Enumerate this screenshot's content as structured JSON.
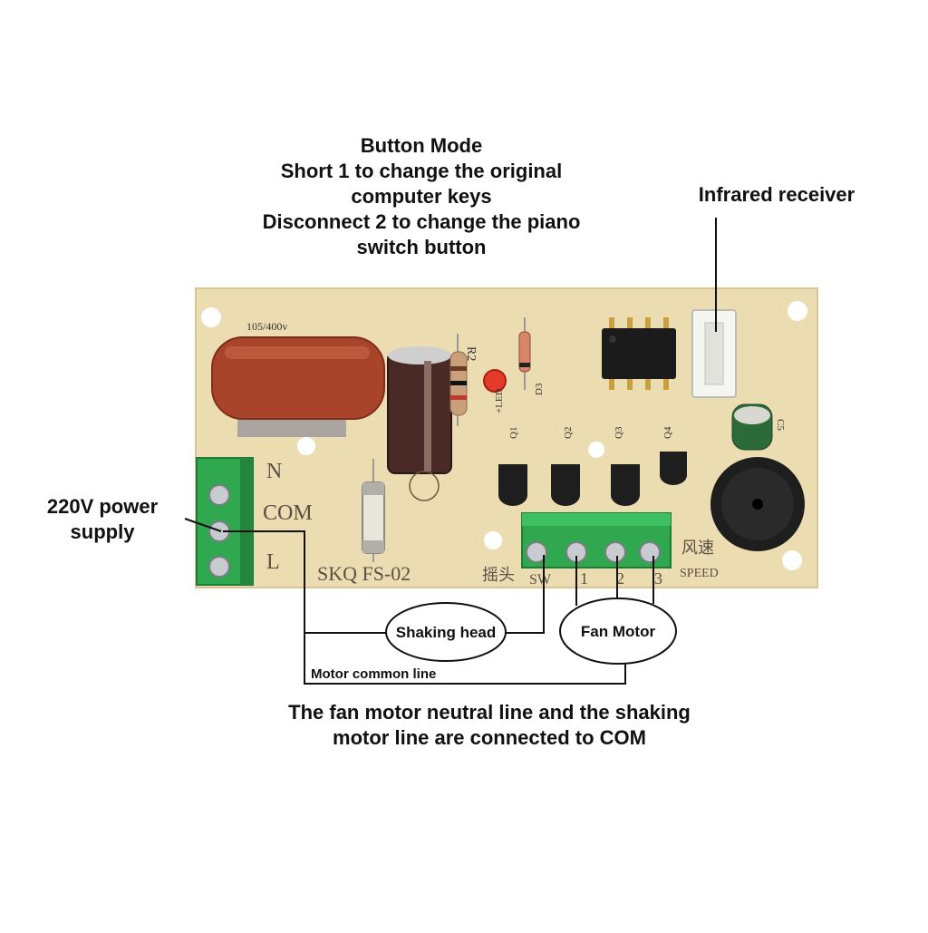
{
  "annotations": {
    "button_mode": {
      "lines": [
        "Button Mode",
        "Short 1 to change the original",
        "computer keys",
        "Disconnect 2 to change the piano",
        "switch button"
      ]
    },
    "infrared_receiver": "Infrared receiver",
    "power_supply": [
      "220V power",
      "supply"
    ],
    "shaking_head": "Shaking head",
    "fan_motor": "Fan Motor",
    "motor_common_line": "Motor common line",
    "bottom_note": [
      "The fan motor neutral line and the shaking",
      "motor line are connected to COM"
    ]
  },
  "board": {
    "model": "SKQ FS-02",
    "left_terminals": [
      "N",
      "COM",
      "L"
    ],
    "capacitor_rating": "105/400v",
    "r2": "R2",
    "led": "+LED",
    "d3": "D3",
    "transistors": [
      "Q1",
      "Q2",
      "Q3",
      "Q4"
    ],
    "c5": "C5",
    "shake_cn": "摇头",
    "shake_sw": "SW",
    "speed_nums": [
      "1",
      "2",
      "3"
    ],
    "speed_cn": "风速",
    "speed_en": "SPEED"
  },
  "colors": {
    "board": "#ecdcb2",
    "terminal_green": "#2fa84f",
    "capacitor_red": "#a8442a",
    "electrolytic": "#4a2a26",
    "buzzer": "#1e1e1e",
    "wire": "#111111"
  }
}
